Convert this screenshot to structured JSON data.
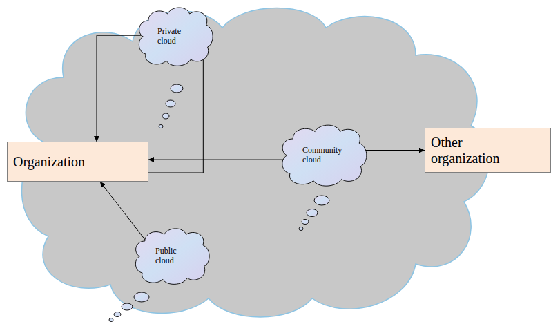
{
  "diagram": {
    "nodes": [
      {
        "text": [
          "Private cloud"
        ]
      },
      {
        "text": [
          "Organization"
        ]
      },
      {
        "text": [
          "Community cloud"
        ]
      },
      {
        "text": [
          "Other organization"
        ]
      },
      {
        "text": [
          "Public cloud"
        ]
      }
    ],
    "edges": [
      {
        "from": 0,
        "to": 1,
        "arrow": "to"
      },
      {
        "from": 0,
        "to": 1,
        "arrow": "none"
      },
      {
        "from": 2,
        "to": 1,
        "arrow": "to"
      },
      {
        "from": 2,
        "to": 3,
        "arrow": "to"
      },
      {
        "from": 4,
        "to": 1,
        "arrow": "to"
      }
    ]
  }
}
